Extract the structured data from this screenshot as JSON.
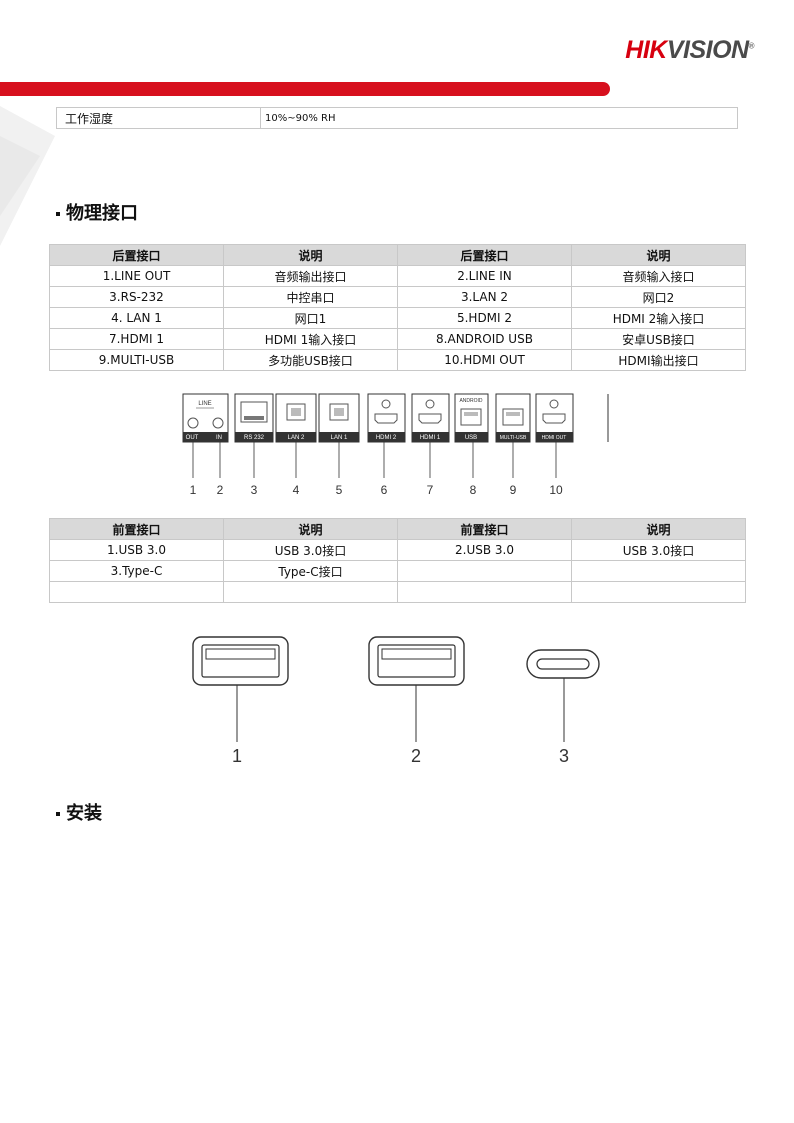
{
  "brand": {
    "logo_red": "HIK",
    "logo_grey": "VISION",
    "trademark": "®"
  },
  "spec_row": {
    "label": "工作湿度",
    "value": "10%~90% RH"
  },
  "sections": {
    "physical": "物理接口",
    "install": "安装"
  },
  "rear_table": {
    "headers": [
      "后置接口",
      "说明",
      "后置接口",
      "说明"
    ],
    "rows": [
      [
        "1.LINE OUT",
        "音频输出接口",
        "2.LINE IN",
        "音频输入接口"
      ],
      [
        "3.RS-232",
        "中控串口",
        "3.LAN 2",
        "网口2"
      ],
      [
        "4. LAN 1",
        "网口1",
        "5.HDMI 2",
        "HDMI 2输入接口"
      ],
      [
        "7.HDMI 1",
        "HDMI 1输入接口",
        "8.ANDROID USB",
        "安卓USB接口"
      ],
      [
        "9.MULTI-USB",
        "多功能USB接口",
        "10.HDMI OUT",
        "HDMI输出接口"
      ]
    ]
  },
  "rear_diagram": {
    "port_labels": [
      "OUT",
      "IN",
      "RS 232",
      "LAN 2",
      "LAN 1",
      "HDMI 2",
      "HDMI 1",
      "USB",
      "MULTI-USB",
      "HDMI OUT"
    ],
    "line_label": "LINE",
    "android_label": "ANDROID",
    "numbers": [
      "1",
      "2",
      "3",
      "4",
      "5",
      "6",
      "7",
      "8",
      "9",
      "10"
    ]
  },
  "front_table": {
    "headers": [
      "前置接口",
      "说明",
      "前置接口",
      "说明"
    ],
    "rows": [
      [
        "1.USB 3.0",
        "USB 3.0接口",
        "2.USB 3.0",
        "USB 3.0接口"
      ],
      [
        "3.Type-C",
        "Type-C接口",
        "",
        ""
      ],
      [
        "",
        "",
        "",
        ""
      ]
    ]
  },
  "front_diagram": {
    "numbers": [
      "1",
      "2",
      "3"
    ]
  },
  "colors": {
    "brand_red": "#d7101e",
    "header_grey": "#d9d9d9"
  }
}
